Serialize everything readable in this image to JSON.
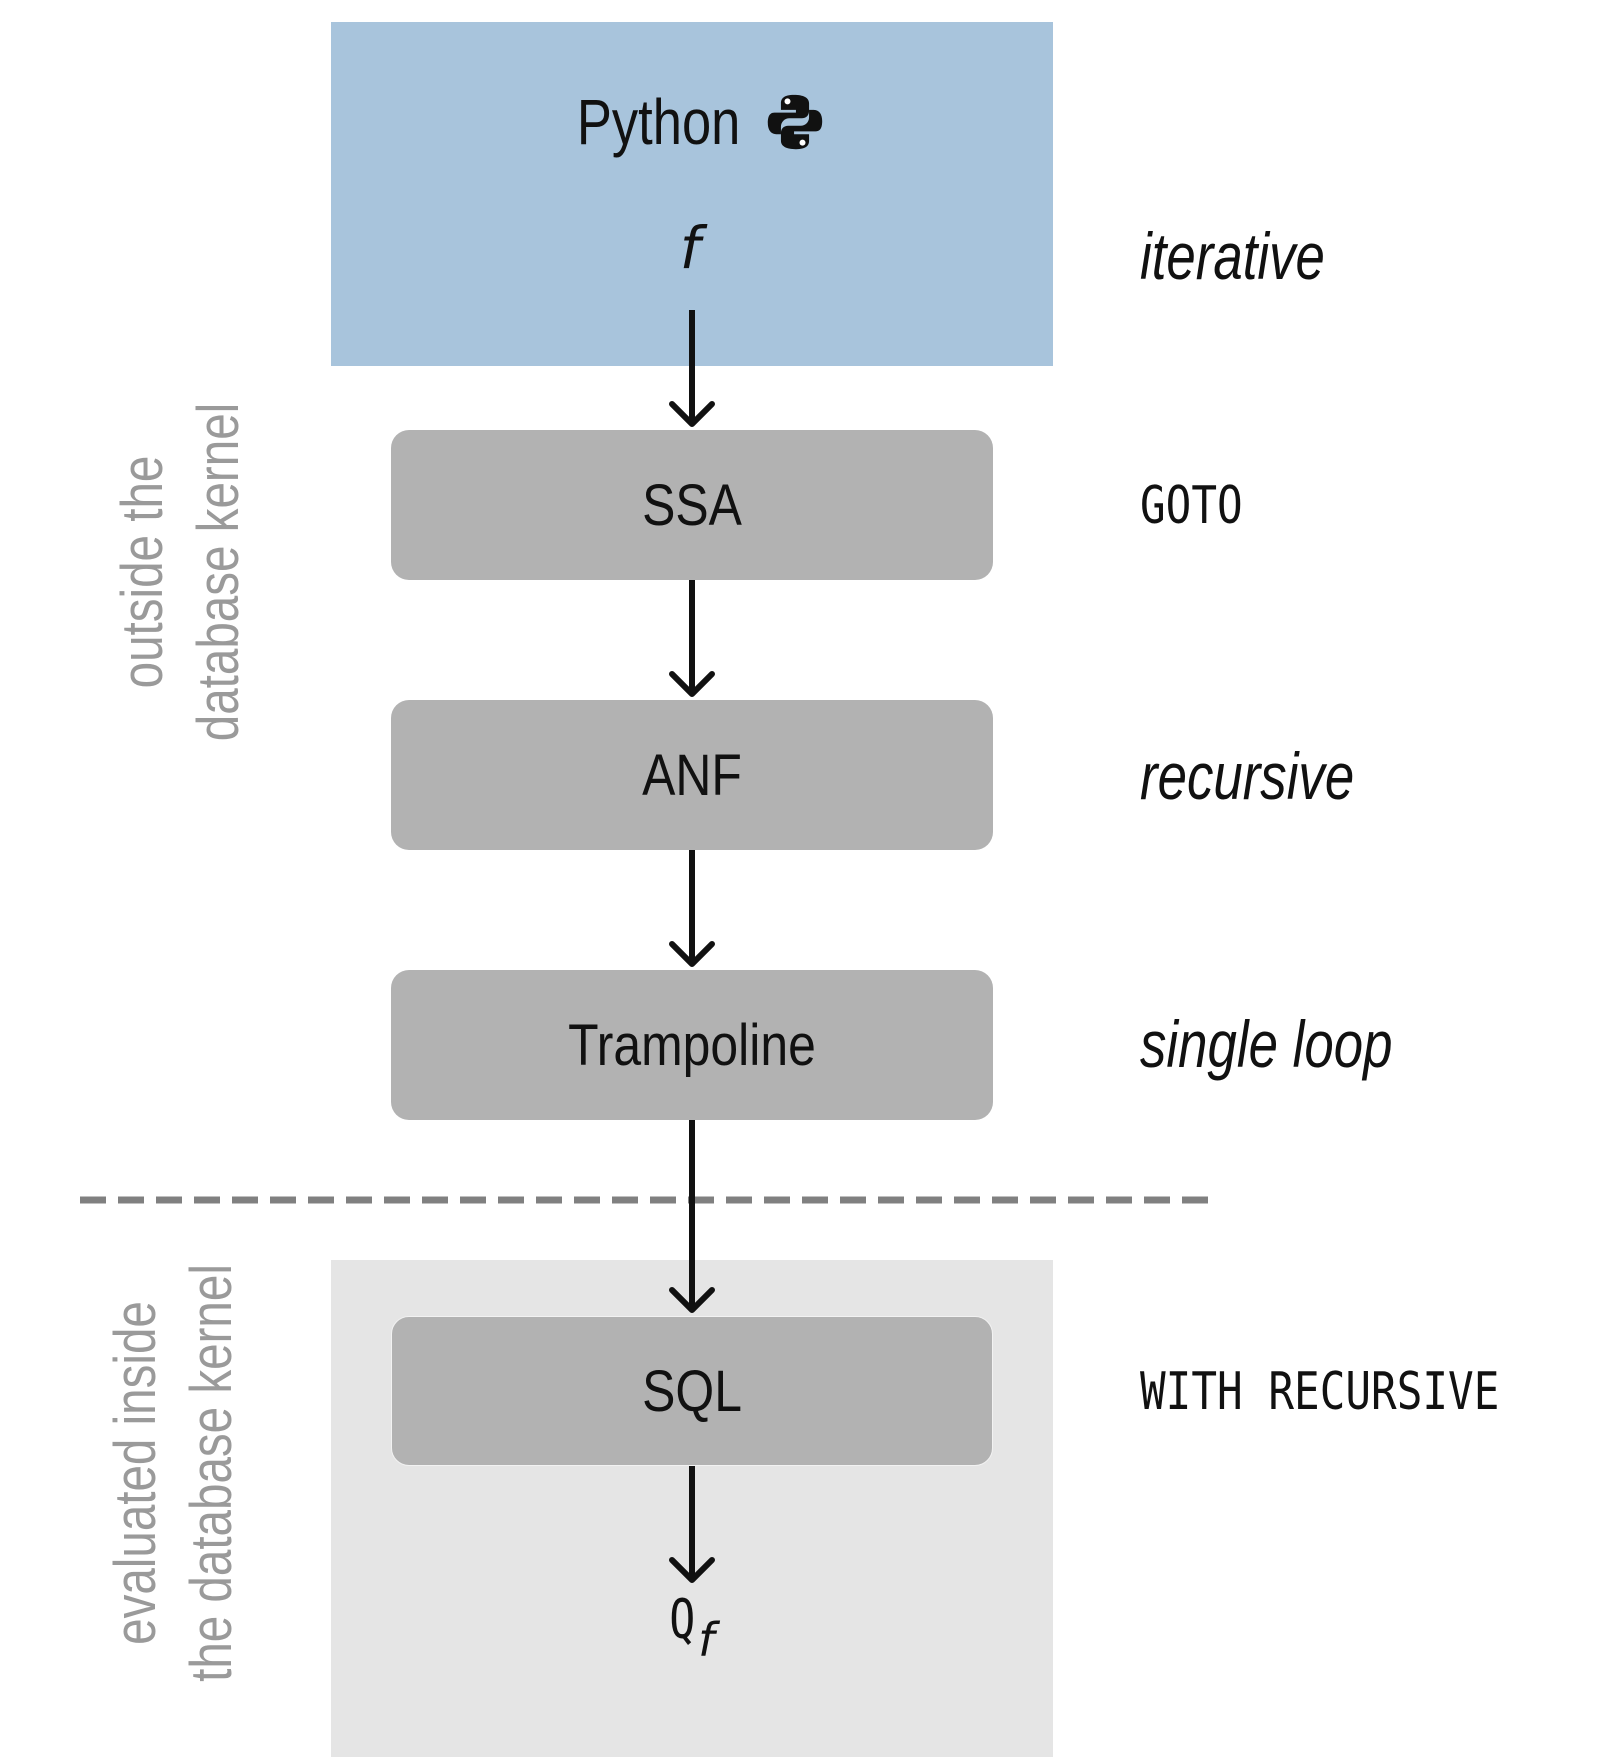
{
  "colors": {
    "python_panel": "#a8c4dc",
    "db_panel": "#e5e5e5",
    "stage_box": "#b2b2b2",
    "side_label": "#9a9a9a",
    "divider": "#808080",
    "arrow": "#111111"
  },
  "python_block": {
    "title": "Python",
    "logo_icon": "python-logo-icon",
    "function": "f"
  },
  "stages": [
    {
      "label": "SSA",
      "annotation": "GOTO",
      "annotation_style": "monospace"
    },
    {
      "label": "ANF",
      "annotation": "recursive",
      "annotation_style": "italic"
    },
    {
      "label": "Trampoline",
      "annotation": "single loop",
      "annotation_style": "italic"
    },
    {
      "label": "SQL",
      "annotation": "WITH RECURSIVE",
      "annotation_style": "monospace"
    }
  ],
  "python_annotation": "iterative",
  "output": {
    "base": "Q",
    "subscript": "f"
  },
  "side_labels": {
    "outside": [
      "outside the",
      "database kernel"
    ],
    "inside": [
      "evaluated inside",
      "the database kernel"
    ]
  }
}
